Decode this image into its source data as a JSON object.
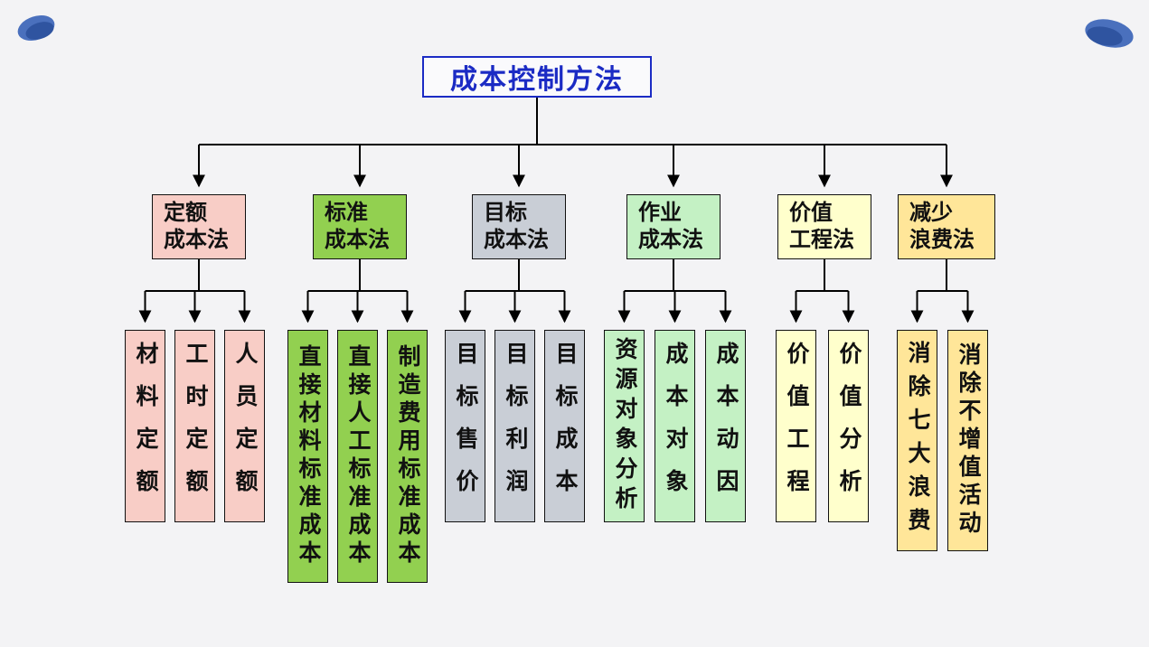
{
  "title": "成本控制方法",
  "colors": {
    "title_border": "#1b2bc4",
    "title_text": "#1b2bc4",
    "line": "#000000",
    "background": "#f3f3f5",
    "blob_blue": "#3f63b0"
  },
  "branches": [
    {
      "label": "定额\n成本法",
      "color": "#f8cdc6",
      "children": [
        "材料定额",
        "工时定额",
        "人员定额"
      ]
    },
    {
      "label": "标准\n成本法",
      "color": "#92d050",
      "children": [
        "直接材料标准成本",
        "直接人工标准成本",
        "制造费用标准成本"
      ]
    },
    {
      "label": "目标\n成本法",
      "color": "#c9ced6",
      "children": [
        "目标售价",
        "目标利润",
        "目标成本"
      ]
    },
    {
      "label": "作业\n成本法",
      "color": "#c4f1c4",
      "children": [
        "资源对象分析",
        "成本对象",
        "成本动因"
      ]
    },
    {
      "label": "价值\n工程法",
      "color": "#ffffcc",
      "children": [
        "价值工程",
        "价值分析"
      ]
    },
    {
      "label": "减少\n浪费法",
      "color": "#ffe699",
      "children": [
        "消除七大浪费",
        "消除不增值活动"
      ]
    }
  ]
}
